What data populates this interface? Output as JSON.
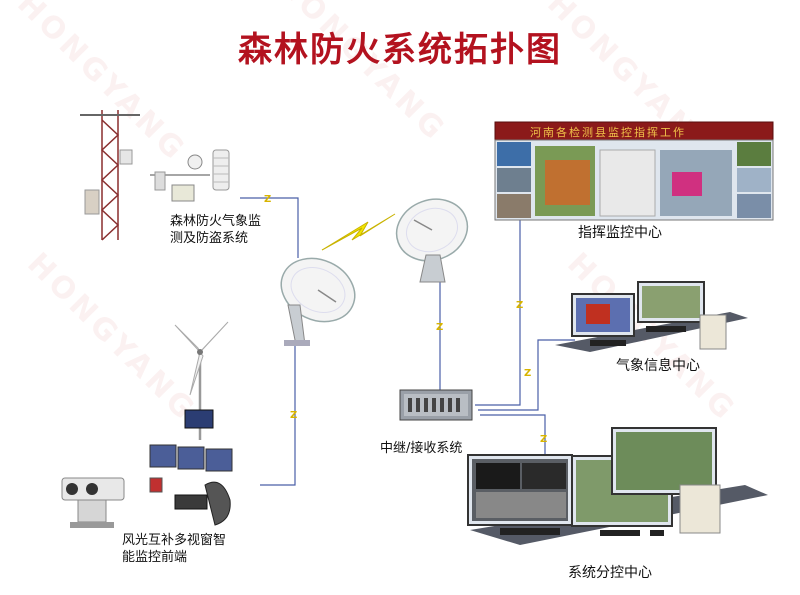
{
  "title": "森林防火系统拓扑图",
  "nodes": {
    "weather_station": {
      "label_line1": "森林防火气象监",
      "label_line2": "测及防盗系统"
    },
    "front_end": {
      "label_line1": "风光互补多视窗智",
      "label_line2": "能监控前端"
    },
    "relay": {
      "label": "中继/接收系统"
    },
    "command_center": {
      "label": "指挥监控中心",
      "banner": "河南各检测县监控指挥工作"
    },
    "weather_info_center": {
      "label": "气象信息中心"
    },
    "branch_center": {
      "label": "系统分控中心"
    }
  },
  "watermark": {
    "text": "HONGYANG"
  },
  "colors": {
    "title": "#b3121f",
    "link": "#4a5fa8",
    "lightning": "#f2e600",
    "banner": "#8b1a1a",
    "platform": "#555a66"
  }
}
